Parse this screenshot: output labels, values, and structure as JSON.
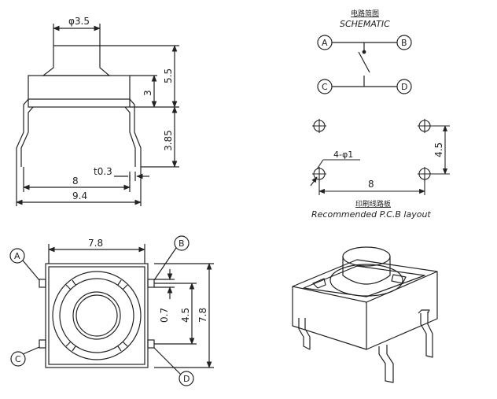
{
  "side_view": {
    "dims": {
      "phi_35": "φ3.5",
      "h_55": "5.5",
      "h_3": "3",
      "h_385": "3.85",
      "w_8": "8",
      "t_03": "t0.3",
      "w_94": "9.4"
    }
  },
  "schematic": {
    "title_cn": "电路简图",
    "title_en": "SCHEMATIC",
    "terminals": [
      "A",
      "B",
      "C",
      "D"
    ]
  },
  "pcb_layout": {
    "hole_label": "4-φ1",
    "w_8": "8",
    "h_45": "4.5",
    "title_cn": "印刷线路板",
    "title_en": "Recommended  P.C.B  layout"
  },
  "top_view": {
    "w_78": "7.8",
    "h_07": "0.7",
    "h_45": "4.5",
    "h_78": "7.8",
    "terminals": [
      "A",
      "B",
      "C",
      "D"
    ]
  },
  "colors": {
    "line": "#222222",
    "background": "#ffffff"
  }
}
